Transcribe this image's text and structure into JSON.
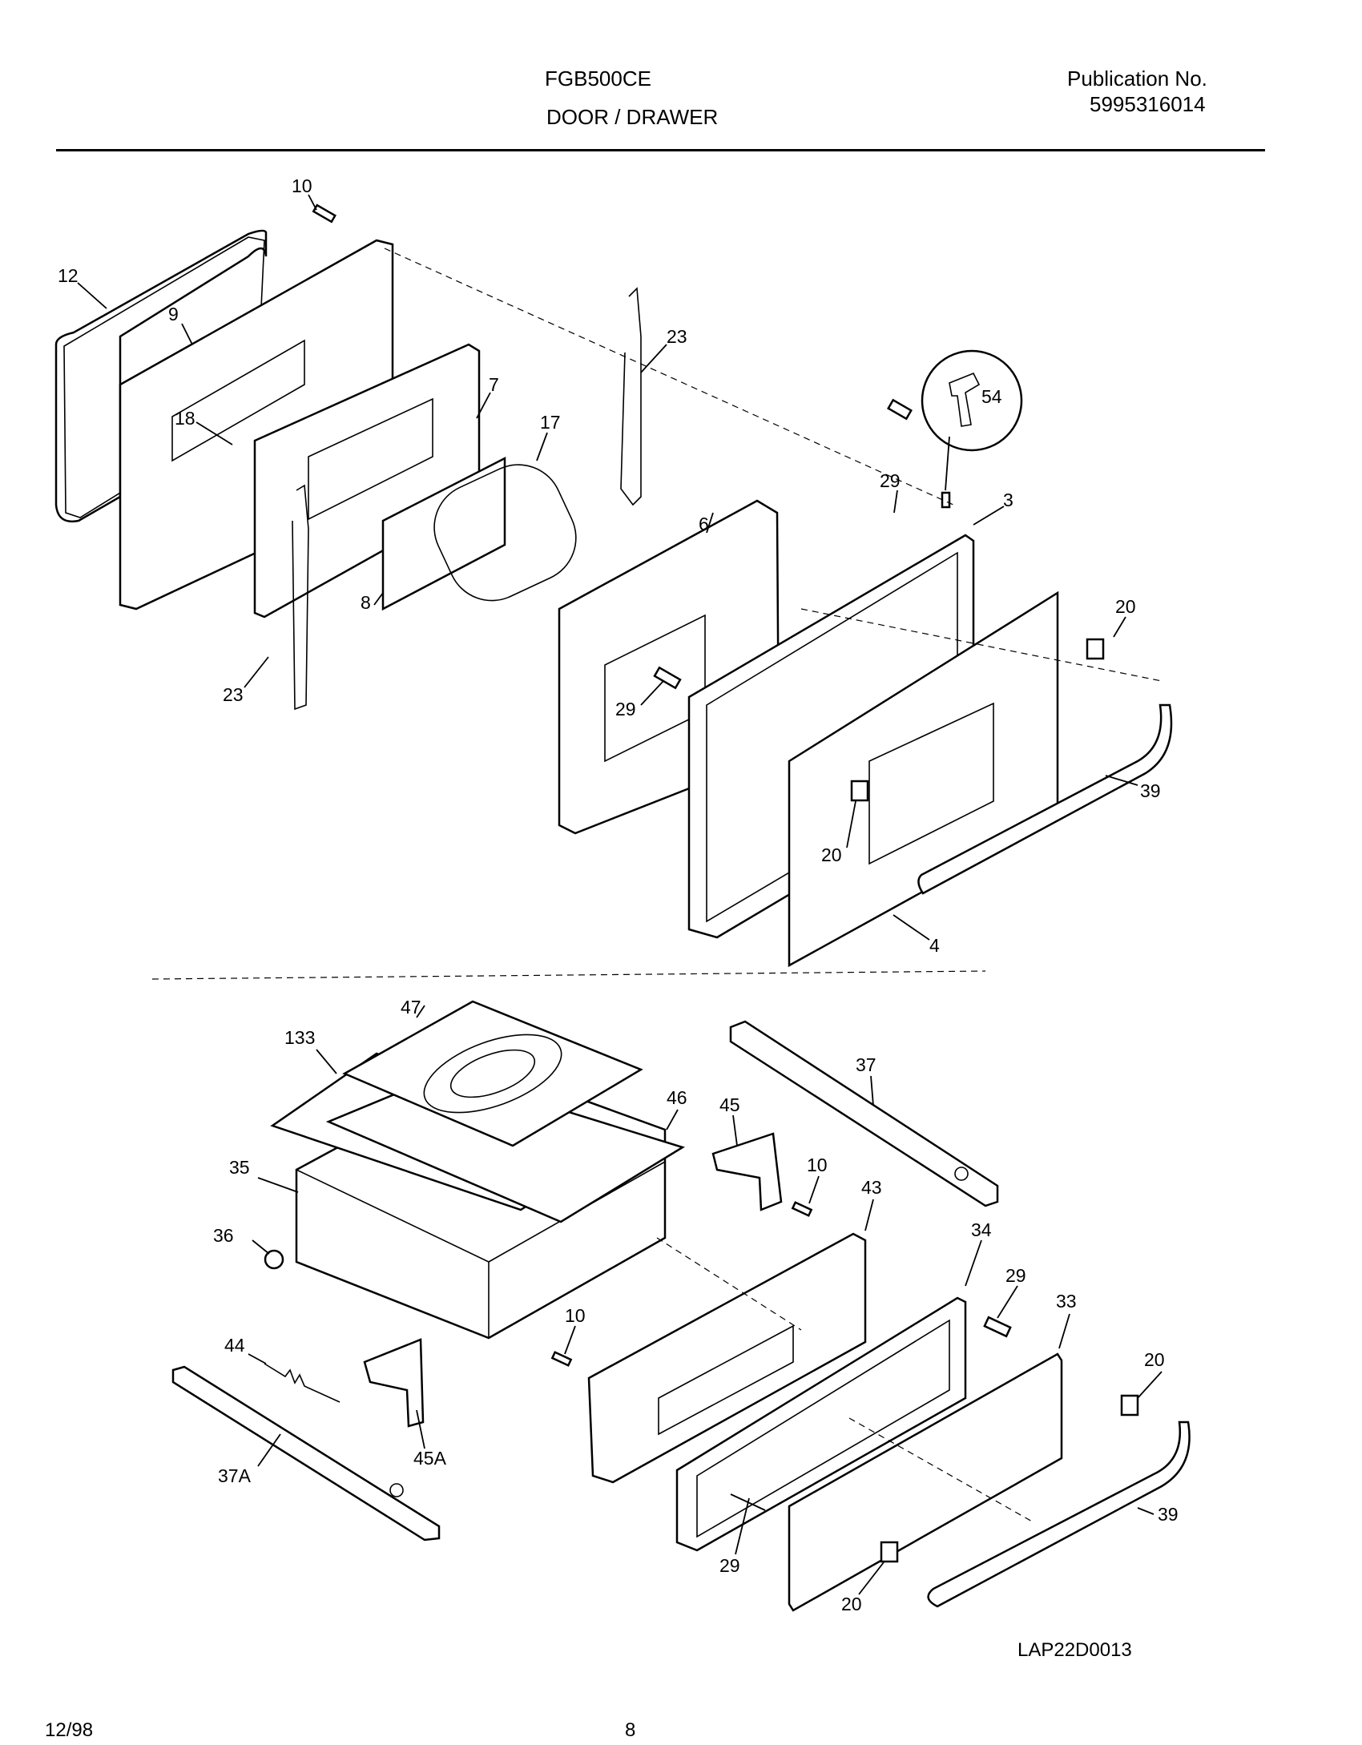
{
  "header": {
    "model": "FGB500CE",
    "section": "DOOR / DRAWER",
    "publication_label": "Publication No.",
    "publication_number": "5995316014"
  },
  "footer": {
    "diagram_id": "LAP22D0013",
    "date": "12/98",
    "page": "8"
  },
  "callouts": {
    "c10a": "10",
    "c12": "12",
    "c9": "9",
    "c18": "18",
    "c7": "7",
    "c17": "17",
    "c8": "8",
    "c23a": "23",
    "c23b": "23",
    "c54": "54",
    "c29a": "29",
    "c3": "3",
    "c6": "6",
    "c29b": "29",
    "c20a": "20",
    "c20b": "20",
    "c39a": "39",
    "c4": "4",
    "c47": "47",
    "c133": "133",
    "c46": "46",
    "c45": "45",
    "c37": "37",
    "c10b": "10",
    "c43": "43",
    "c35": "35",
    "c36": "36",
    "c34": "34",
    "c29c": "29",
    "c33": "33",
    "c10c": "10",
    "c44": "44",
    "c20c": "20",
    "c45A": "45A",
    "c37A": "37A",
    "c39b": "39",
    "c29d": "29",
    "c20d": "20"
  }
}
